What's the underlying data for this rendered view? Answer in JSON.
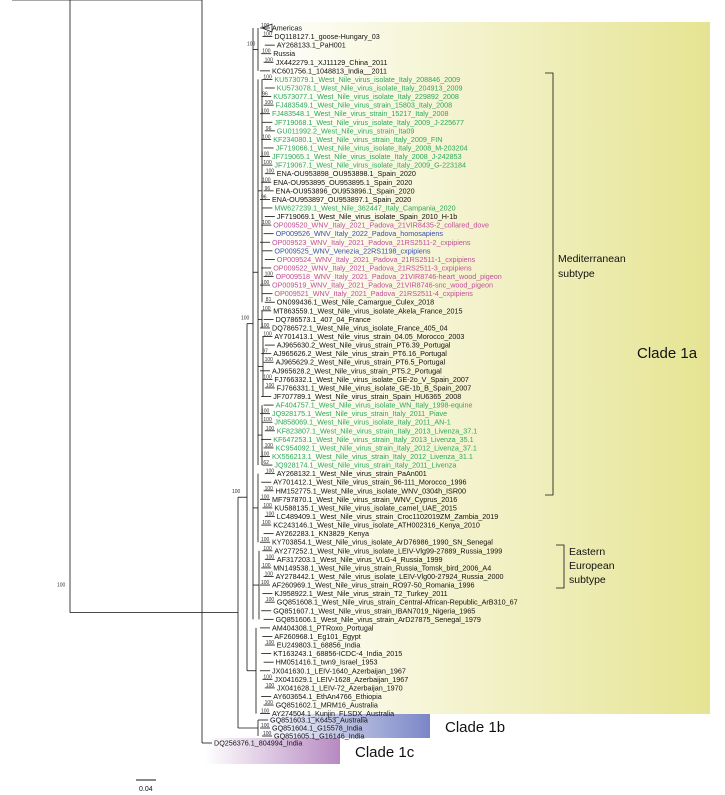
{
  "clades": [
    {
      "label": "Clade 1a",
      "color": "#e6e492"
    },
    {
      "label": "Clade 1b",
      "color": "#7b86c7"
    },
    {
      "label": "Clade 1c",
      "color": "#b78ac2"
    }
  ],
  "subtypes": [
    {
      "line1": "Mediterranean",
      "line2": "subtype"
    },
    {
      "line1": "Eastern",
      "line2": "European",
      "line3": "subtype"
    }
  ],
  "scale_label": "0.04",
  "colors": {
    "black": "#111111",
    "green": "#2ea85a",
    "magenta": "#c0509a",
    "blue": "#3a4fb0"
  },
  "leaves": [
    {
      "t": "Americas",
      "c": "black",
      "b": "100"
    },
    {
      "t": "DQ118127.1_goose-Hungary_03",
      "c": "black",
      "b": "100"
    },
    {
      "t": "AY268133.1_PaH001",
      "c": "black",
      "b": ""
    },
    {
      "t": "Russia",
      "c": "black",
      "b": "100"
    },
    {
      "t": "JX442279.1_XJ11129_China_2011",
      "c": "black",
      "b": "100"
    },
    {
      "t": "KC601756.1_1048813_India__2011",
      "c": "black",
      "b": ""
    },
    {
      "t": "KU573079.1_West_Nile_virus_isolate_Italy_208846_2009",
      "c": "green",
      "b": "100"
    },
    {
      "t": "KU573078.1_West_Nile_virus_isolate_Italy_204913_2009",
      "c": "green",
      "b": ""
    },
    {
      "t": "KU573077.1_West_Nile_virus_isolate_Italy_229892_2008",
      "c": "green",
      "b": "96"
    },
    {
      "t": "FJ483549.1_West_Nile_virus_strain_15803_Italy_2008",
      "c": "green",
      "b": "100"
    },
    {
      "t": "FJ483548.1_West_Nile_virus_strain_15217_Italy_2008",
      "c": "green",
      "b": "100"
    },
    {
      "t": "JF719068.1_West_Nile_virus_isolate_Italy_2009_J-225677",
      "c": "green",
      "b": ""
    },
    {
      "t": "GU011992.2_West_Nile_virus_strain_Ita09",
      "c": "green",
      "b": "96"
    },
    {
      "t": "KF234080.1_West_Nile_virus_strain_Italy_2009_FIN",
      "c": "green",
      "b": "100"
    },
    {
      "t": "JF719066.1_West_Nile_virus_isolate_Italy_2008_M-203204",
      "c": "green",
      "b": ""
    },
    {
      "t": "JF719065.1_West_Nile_virus_isolate_Italy_2008_J-242853",
      "c": "green",
      "b": "100"
    },
    {
      "t": "JF719067.1_West_Nile_virus_isolate_Italy_2009_G-223184",
      "c": "green",
      "b": "100"
    },
    {
      "t": "ENA-OU953898_OU953898.1_Spain_2020",
      "c": "black",
      "b": "100"
    },
    {
      "t": "ENA-OU953895_OU953895.1_Spain_2020",
      "c": "black",
      "b": "100"
    },
    {
      "t": "ENA-OU953896_OU953896.1_Spain_2020",
      "c": "black",
      "b": "96"
    },
    {
      "t": "ENA-OU953897_OU953897.1_Spain_2020",
      "c": "black",
      "b": "96"
    },
    {
      "t": "MW627239.1_West_Nile_362447_Italy_Campania_2020",
      "c": "green",
      "b": ""
    },
    {
      "t": "JF719069.1_West_Nile_virus_isolate_Spain_2010_H-1b",
      "c": "black",
      "b": ""
    },
    {
      "t": "OP009520_WNV_Italy_2021_Padova_21VIR8435-2_collared_dove",
      "c": "magenta",
      "b": "100"
    },
    {
      "t": "OP009526_WNV_Italy_2022_Padova_homosapiens",
      "c": "blue",
      "b": ""
    },
    {
      "t": "OP009523_WNV_Italy_2021_Padova_21RS2511-2_cxpipiens",
      "c": "magenta",
      "b": ""
    },
    {
      "t": "OP009525_WNV_Venezia_22RS1198_cxpipiens",
      "c": "blue",
      "b": ""
    },
    {
      "t": "OP009524_WNV_Italy_2021_Padova_21RS2511-1_cxpipiens",
      "c": "magenta",
      "b": ""
    },
    {
      "t": "OP009522_WNV_Italy_2021_Padova_21RS2511-3_cxpipiens",
      "c": "magenta",
      "b": ""
    },
    {
      "t": "OP009518_WNV_Italy_2021_Padova_21VIR8746-heart_wood_pigeon",
      "c": "magenta",
      "b": "100"
    },
    {
      "t": "OP009519_WNV_Italy_2021_Padova_21VIR8746-snc_wood_pigeon",
      "c": "magenta",
      "b": "100"
    },
    {
      "t": "OP009521_WNV_Italy_2021_Padova_21RS2511-4_cxpipiens",
      "c": "magenta",
      "b": ""
    },
    {
      "t": "ON099436.1_West_Nile_Camargue_Culex_2018",
      "c": "black",
      "b": "81"
    },
    {
      "t": "MT863559.1_West_Nile_virus_isolate_Akela_France_2015",
      "c": "black",
      "b": "100"
    },
    {
      "t": "DQ786573.1_407_04_France",
      "c": "black",
      "b": ""
    },
    {
      "t": "DQ786572.1_West_Nile_virus_isolate_France_405_04",
      "c": "black",
      "b": "100"
    },
    {
      "t": "AY701413.1_West_Nile_virus_strain_04.05_Morocco_2003",
      "c": "black",
      "b": "100"
    },
    {
      "t": "AJ965630.2_West_Nile_virus_strain_PT6.39_Portugal",
      "c": "black",
      "b": ""
    },
    {
      "t": "AJ965626.2_West_Nile_virus_strain_PT6.16_Portugal",
      "c": "black",
      "b": "97"
    },
    {
      "t": "AJ965629.2_West_Nile_virus_strain_PT6.5_Portugal",
      "c": "black",
      "b": "100"
    },
    {
      "t": "AJ965628.2_West_Nile_virus_strain_PT5.2_Portugal",
      "c": "black",
      "b": ""
    },
    {
      "t": "FJ766332.1_West_Nile_virus_isolate_GE-2o_V_Spain_2007",
      "c": "black",
      "b": "100"
    },
    {
      "t": "FJ766331.1_West_Nile_virus_isolate_GE-1b_B_Spain_2007",
      "c": "black",
      "b": "100"
    },
    {
      "t": "JF707789.1_West_Nile_virus_strain_Spain_HU6365_2008",
      "c": "black",
      "b": ""
    },
    {
      "t": "AF404757.1_West_Nile_virus_isolate_WN_Italy_1998-equine",
      "c": "green",
      "b": ""
    },
    {
      "t": "JQ928175.1_West_Nile_virus_strain_Italy_2011_Piave",
      "c": "green",
      "b": "100"
    },
    {
      "t": "JN858069.1_West_Nile_virus_isolate_Italy_2011_AN-1",
      "c": "green",
      "b": "100"
    },
    {
      "t": "KF823807.1_West_Nile_virus_strain_Italy_2013_Livenza_37.1",
      "c": "green",
      "b": "100"
    },
    {
      "t": "KF647253.1_West_Nile_virus_strain_Italy_2013_Livenza_35.1",
      "c": "green",
      "b": ""
    },
    {
      "t": "KC954092.1_West_Nile_virus_strain_Italy_2012_Livenza_37.1",
      "c": "green",
      "b": "100"
    },
    {
      "t": "KX556213.1_West_Nile_virus_strain_Italy_2012_Livenza_31.1",
      "c": "green",
      "b": "100"
    },
    {
      "t": "JQ928174.1_West_Nile_virus_strain_Italy_2011_Livenza",
      "c": "green",
      "b": "62"
    },
    {
      "t": "AY268132.1_West_Nile_virus_strain_PaAn001",
      "c": "black",
      "b": "100"
    },
    {
      "t": "AY701412.1_West_Nile_virus_strain_96-111_Morocco_1996",
      "c": "black",
      "b": ""
    },
    {
      "t": "HM152775.1_West_Nile_virus_isolate_WNV_0304h_ISR00",
      "c": "black",
      "b": "100"
    },
    {
      "t": "MF797870.1_West_Nile_virus_strain_WNV_Cyprus_2016",
      "c": "black",
      "b": "100"
    },
    {
      "t": "KU588135.1_West_Nile_virus_isolate_camel_UAE_2015",
      "c": "black",
      "b": "100"
    },
    {
      "t": "LC489409.1_West_Nile_virus_strain_Croc1102019ZM_Zambia_2019",
      "c": "black",
      "b": "100"
    },
    {
      "t": "KC243146.1_West_Nile_virus_isolate_ATH002316_Kenya_2010",
      "c": "black",
      "b": "100"
    },
    {
      "t": "AY262283.1_KN3829_Kenya",
      "c": "black",
      "b": ""
    },
    {
      "t": "KY703854.1_West_Nile_virus_isolate_ArD76986_1990_SN_Senegal",
      "c": "black",
      "b": "100"
    },
    {
      "t": "AY277252.1_West_Nile_virus_isolate_LEIV-Vlg99-27889_Russia_1999",
      "c": "black",
      "b": "100"
    },
    {
      "t": "AF317203.1_West_Nile_virus_VLG-4_Russia_1999",
      "c": "black",
      "b": "100"
    },
    {
      "t": "MN149538.1_West_Nile_virus_strain_Russia_Tomsk_bird_2006_A4",
      "c": "black",
      "b": "100"
    },
    {
      "t": "AY278442.1_West_Nile_virus_isolate_LEIV-Vlg00-27924_Russia_2000",
      "c": "black",
      "b": "100"
    },
    {
      "t": "AF260969.1_West_Nile_virus_strain_RO97-50_Romania_1996",
      "c": "black",
      "b": "100"
    },
    {
      "t": "KJ958922.1_West_Nile_virus_strain_T2_Turkey_2011",
      "c": "black",
      "b": ""
    },
    {
      "t": "GQ851608.1_West_Nile_virus_strain_Central-African-Republic_ArB310_67",
      "c": "black",
      "b": "100"
    },
    {
      "t": "GQ851607.1_West_Nile_virus_strain_IBAN7019_Nigeria_1965",
      "c": "black",
      "b": ""
    },
    {
      "t": "GQ851606.1_West_Nile_virus_strain_ArD27875_Senegal_1979",
      "c": "black",
      "b": ""
    },
    {
      "t": "AM404308.1_PTRoxo_Portugal",
      "c": "black",
      "b": ""
    },
    {
      "t": "AF260968.1_Eg101_Egypt",
      "c": "black",
      "b": ""
    },
    {
      "t": "EU249803.1_68856_India",
      "c": "black",
      "b": "100"
    },
    {
      "t": "KT163243.1_68856-ICDC-4_India_2015",
      "c": "black",
      "b": ""
    },
    {
      "t": "HM051416.1_twn9_Israel_1953",
      "c": "black",
      "b": ""
    },
    {
      "t": "JX041630.1_LEIV-1640_Azerbaijan_1967",
      "c": "black",
      "b": ""
    },
    {
      "t": "JX041629.1_LEIV-1628_Azerbaijan_1967",
      "c": "black",
      "b": "100"
    },
    {
      "t": "JX041628.1_LEIV-72_Azerbaijan_1970",
      "c": "black",
      "b": "100"
    },
    {
      "t": "AY603654.1_EthAn4766_Ethiopia",
      "c": "black",
      "b": ""
    },
    {
      "t": "GQ851602.1_MRM16_Australia",
      "c": "black",
      "b": "100"
    },
    {
      "t": "AY274504.1_Kunjin_FLSDX_Australia",
      "c": "black",
      "b": "100"
    },
    {
      "t": "GQ851603.1_K6453_Australia",
      "c": "black",
      "b": ""
    },
    {
      "t": "GQ851604.1_G15578_India",
      "c": "black",
      "b": "100"
    },
    {
      "t": "GQ851605.1_G16146_India",
      "c": "black",
      "b": "100"
    },
    {
      "t": "DQ256376.1_804994_India",
      "c": "black",
      "b": ""
    }
  ],
  "node_support": [
    "100",
    "100",
    "100",
    "100",
    "100"
  ]
}
